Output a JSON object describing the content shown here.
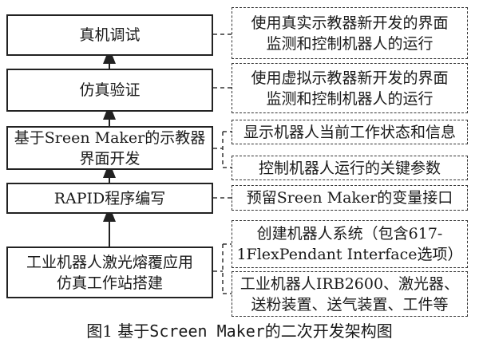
{
  "left_steps": [
    {
      "id": "s1",
      "text": "真机调试"
    },
    {
      "id": "s2",
      "text": "仿真验证"
    },
    {
      "id": "s3",
      "text": "基于Sreen Maker的示教器\n界面开发"
    },
    {
      "id": "s4",
      "text": "RAPID程序编写"
    },
    {
      "id": "s5",
      "text": "工业机器人激光熔覆应用\n仿真工作站搭建"
    }
  ],
  "right_notes": [
    {
      "id": "n1",
      "text": "使用真实示教器新开发的界面\n监测和控制机器人的运行"
    },
    {
      "id": "n2",
      "text": "使用虚拟示教器新开发的界面\n监测和控制机器人的运行"
    },
    {
      "id": "n3",
      "text": "显示机器人当前工作状态和信息"
    },
    {
      "id": "n4",
      "text": "控制机器人运行的关键参数"
    },
    {
      "id": "n5",
      "text": "预留Sreen Maker的变量接口"
    },
    {
      "id": "n6",
      "text": "创建机器人系统（包含617-\n1FlexPendant Interface选项）"
    },
    {
      "id": "n7",
      "text": "工业机器人IRB2600、激光器、\n送粉装置、送气装置、工件等"
    }
  ],
  "caption": {
    "prefix": "图1  基于",
    "name": "Screen Maker",
    "suffix": "的二次开发架构图"
  }
}
